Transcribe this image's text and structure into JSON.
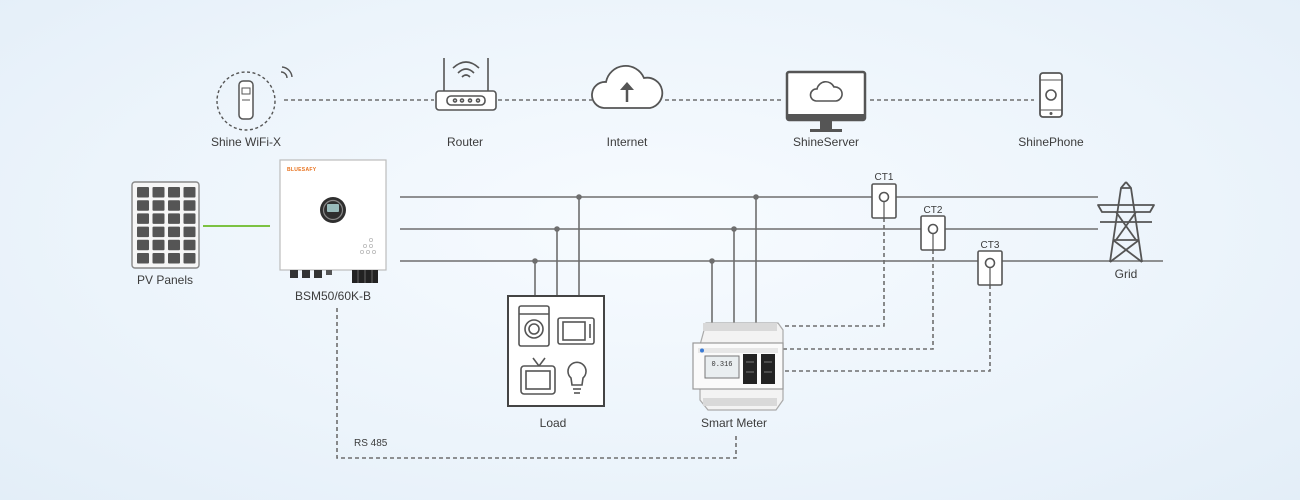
{
  "network": {
    "wifi_label": "Shine WiFi-X",
    "router_label": "Router",
    "internet_label": "Internet",
    "server_label": "ShineServer",
    "phone_label": "ShinePhone"
  },
  "devices": {
    "pv_label": "PV Panels",
    "inverter_label": "BSM50/60K-B",
    "inverter_brand": "BLUESAFY",
    "load_label": "Load",
    "meter_label": "Smart Meter",
    "meter_display": "0.316",
    "grid_label": "Grid",
    "rs485_label": "RS 485"
  },
  "sensors": {
    "ct1": "CT1",
    "ct2": "CT2",
    "ct3": "CT3"
  },
  "colors": {
    "line": "#7a7a7a",
    "dc_line": "#7cc242",
    "brand": "#e8711c"
  },
  "icons": [
    "wifi-stick-icon",
    "router-icon",
    "cloud-upload-icon",
    "monitor-cloud-icon",
    "smartphone-icon",
    "solar-panel-icon",
    "inverter-icon",
    "washer-icon",
    "microwave-icon",
    "tv-icon",
    "lightbulb-icon",
    "smart-meter-icon",
    "pylon-icon",
    "ct-clamp-icon"
  ]
}
